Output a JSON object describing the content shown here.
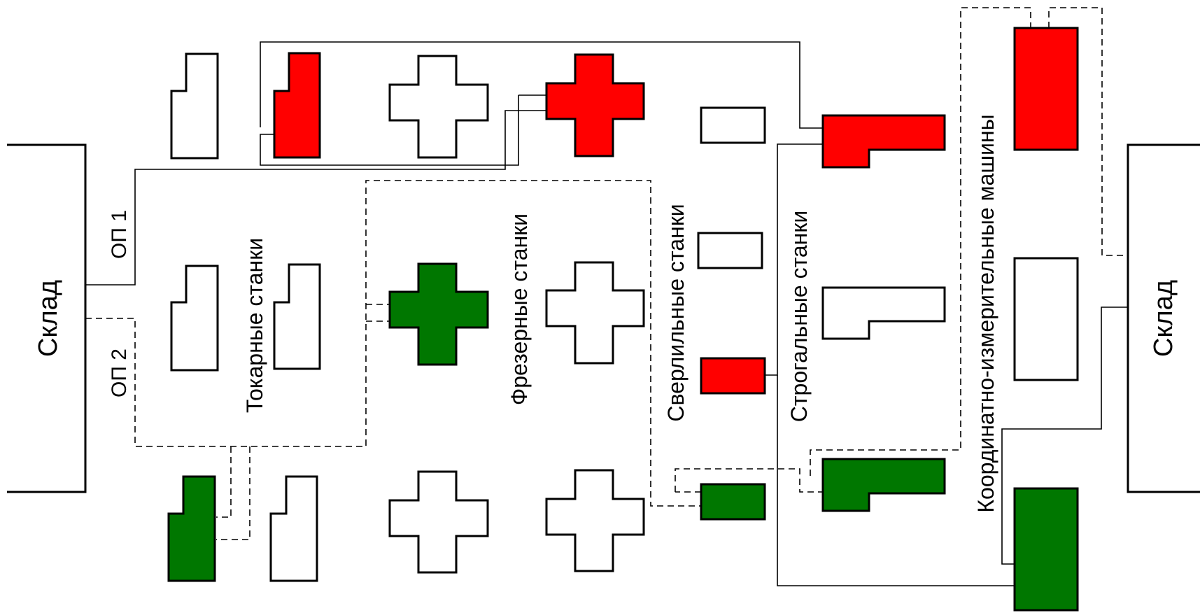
{
  "colors": {
    "op1_machine": "#ff0000",
    "op2_machine": "#007700",
    "idle_machine": "#ffffff",
    "outline": "#000000"
  },
  "labels": {
    "warehouse_left": "Склад",
    "warehouse_right": "Склад",
    "op1": "ОП 1",
    "op2": "ОП 2",
    "lathes": "Токарные станки",
    "milling": "Фрезерные станки",
    "drilling": "Сверлильные станки",
    "planing": "Строгальные станки",
    "cmm": "Координатно-измерительные машины"
  },
  "machines": [
    {
      "group": "lathes",
      "shape": "lathe",
      "state": "idle"
    },
    {
      "group": "lathes",
      "shape": "lathe",
      "state": "op1"
    },
    {
      "group": "lathes",
      "shape": "lathe",
      "state": "idle"
    },
    {
      "group": "lathes",
      "shape": "lathe",
      "state": "idle"
    },
    {
      "group": "lathes",
      "shape": "lathe",
      "state": "op2"
    },
    {
      "group": "lathes",
      "shape": "lathe",
      "state": "idle"
    },
    {
      "group": "milling",
      "shape": "cross",
      "state": "idle"
    },
    {
      "group": "milling",
      "shape": "cross",
      "state": "op1"
    },
    {
      "group": "milling",
      "shape": "cross",
      "state": "op2"
    },
    {
      "group": "milling",
      "shape": "cross",
      "state": "idle"
    },
    {
      "group": "milling",
      "shape": "cross",
      "state": "idle"
    },
    {
      "group": "milling",
      "shape": "cross",
      "state": "idle"
    },
    {
      "group": "drilling",
      "shape": "rect",
      "state": "idle"
    },
    {
      "group": "drilling",
      "shape": "rect",
      "state": "idle"
    },
    {
      "group": "drilling",
      "shape": "rect",
      "state": "op1"
    },
    {
      "group": "drilling",
      "shape": "rect",
      "state": "op2"
    },
    {
      "group": "planing",
      "shape": "l-shape",
      "state": "op1"
    },
    {
      "group": "planing",
      "shape": "l-shape",
      "state": "idle"
    },
    {
      "group": "planing",
      "shape": "l-shape",
      "state": "op2"
    },
    {
      "group": "cmm",
      "shape": "tall-rect",
      "state": "op1"
    },
    {
      "group": "cmm",
      "shape": "tall-rect",
      "state": "idle"
    },
    {
      "group": "cmm",
      "shape": "tall-rect",
      "state": "op2"
    }
  ]
}
